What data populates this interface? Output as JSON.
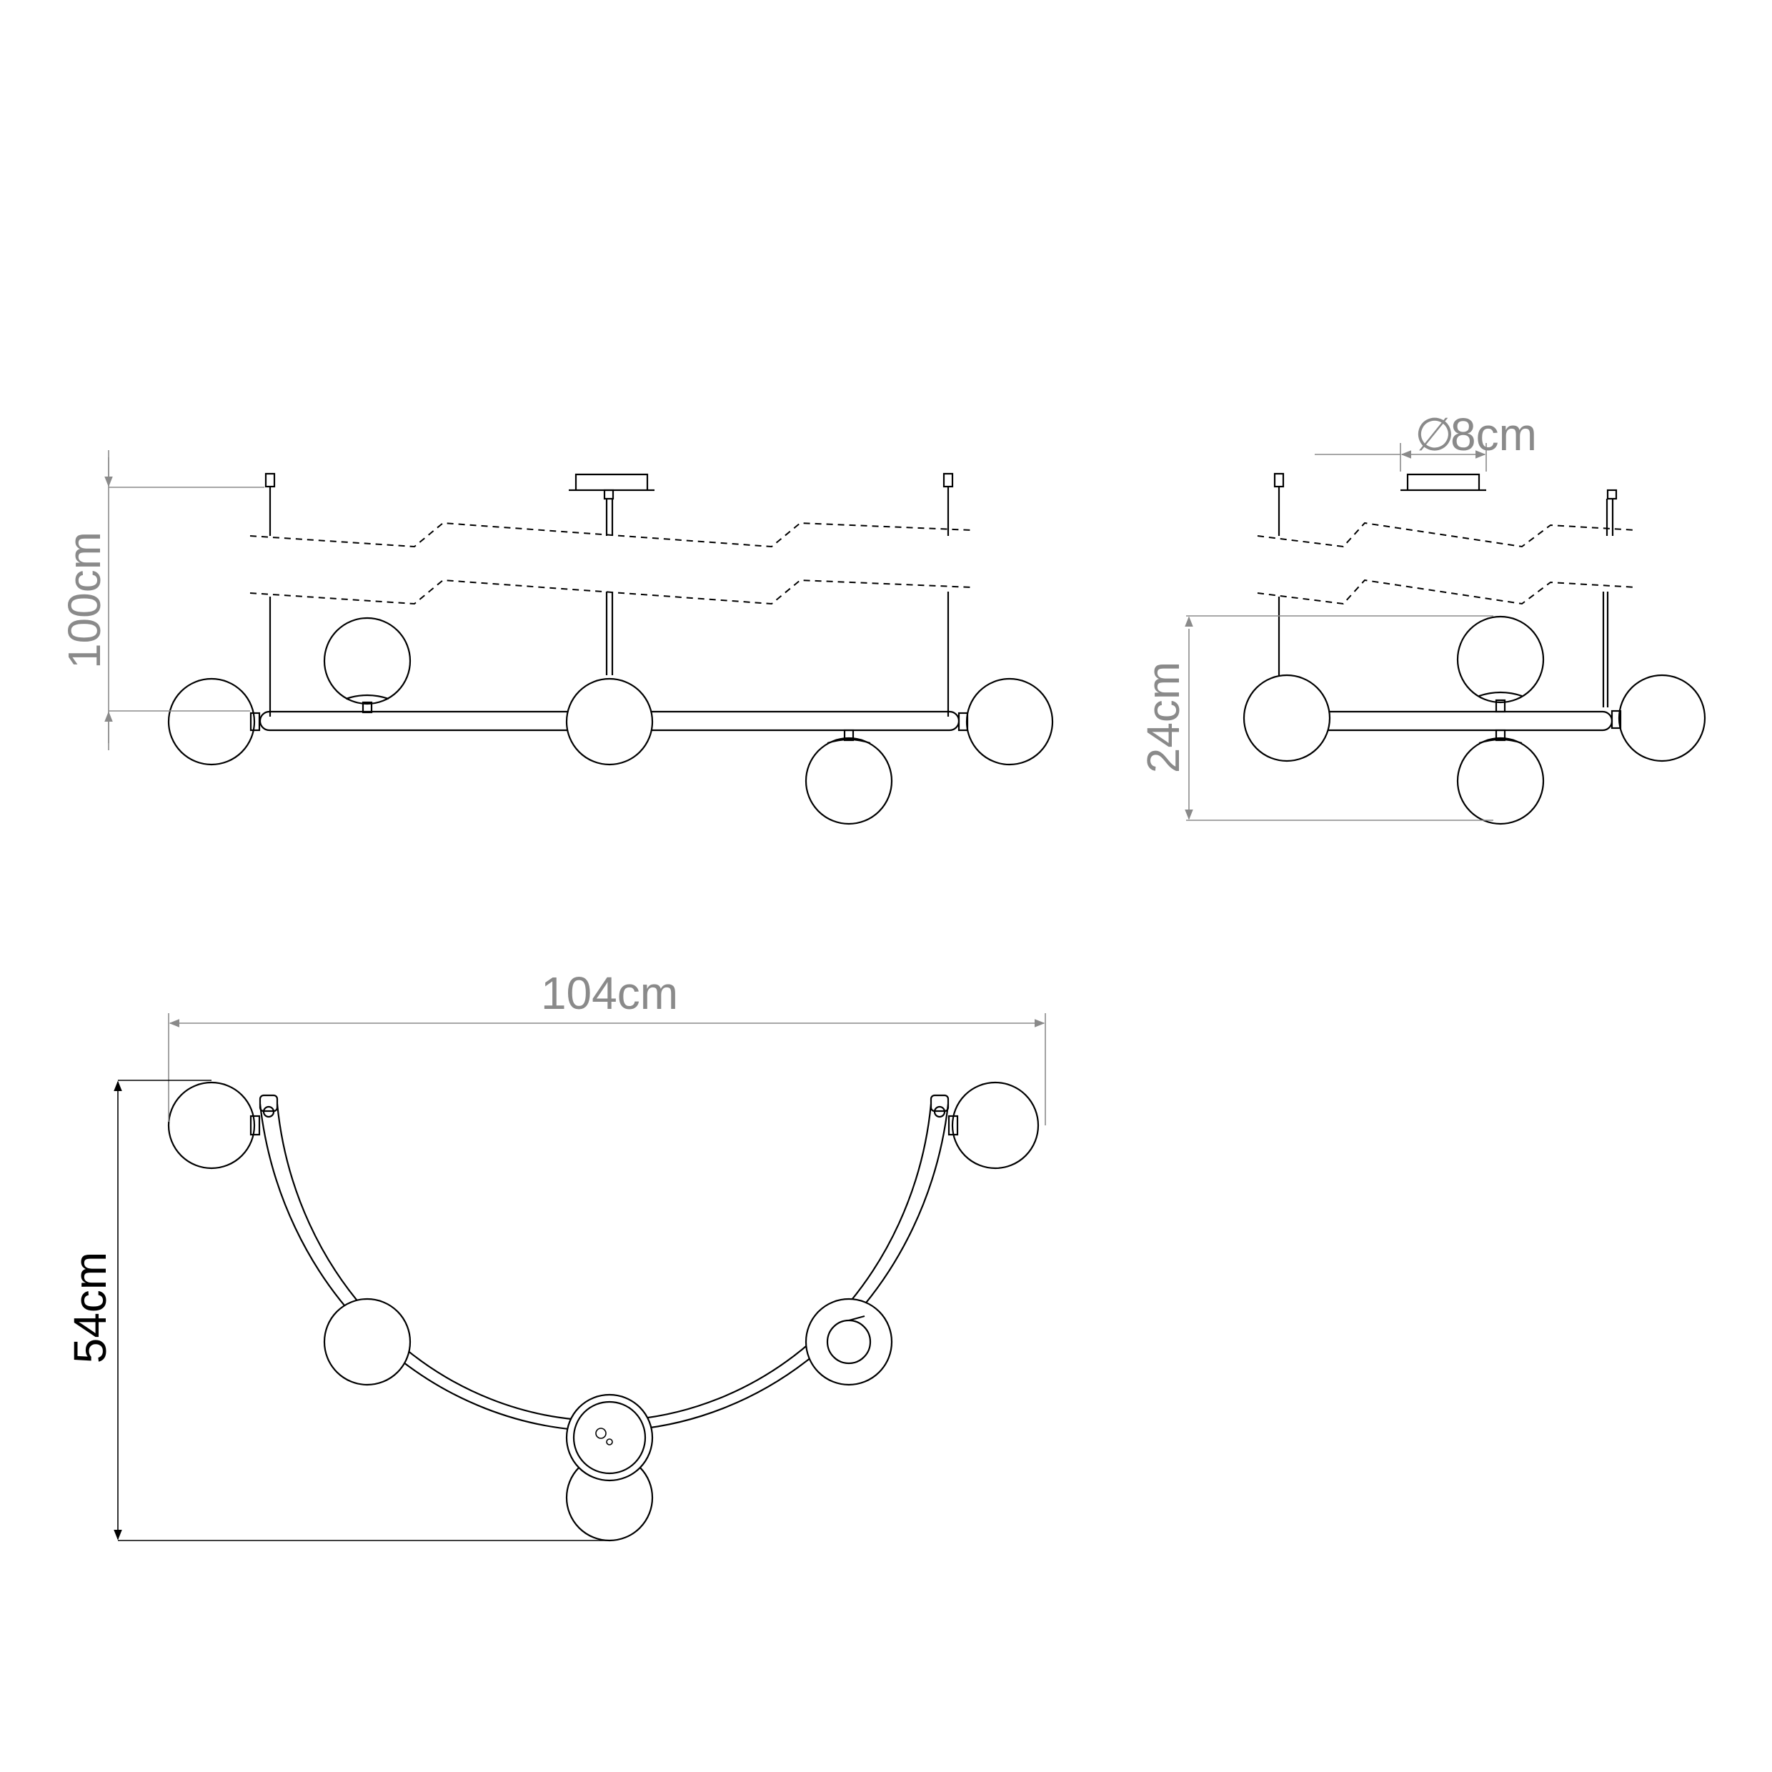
{
  "dimensions": {
    "height_total": "100cm",
    "length": "104cm",
    "depth": "54cm",
    "body_height": "24cm",
    "canopy_diameter": "8cm",
    "diameter_symbol": "∅"
  },
  "colors": {
    "line": "#000000",
    "dimension": "#8a8a8a",
    "background": "#ffffff"
  }
}
